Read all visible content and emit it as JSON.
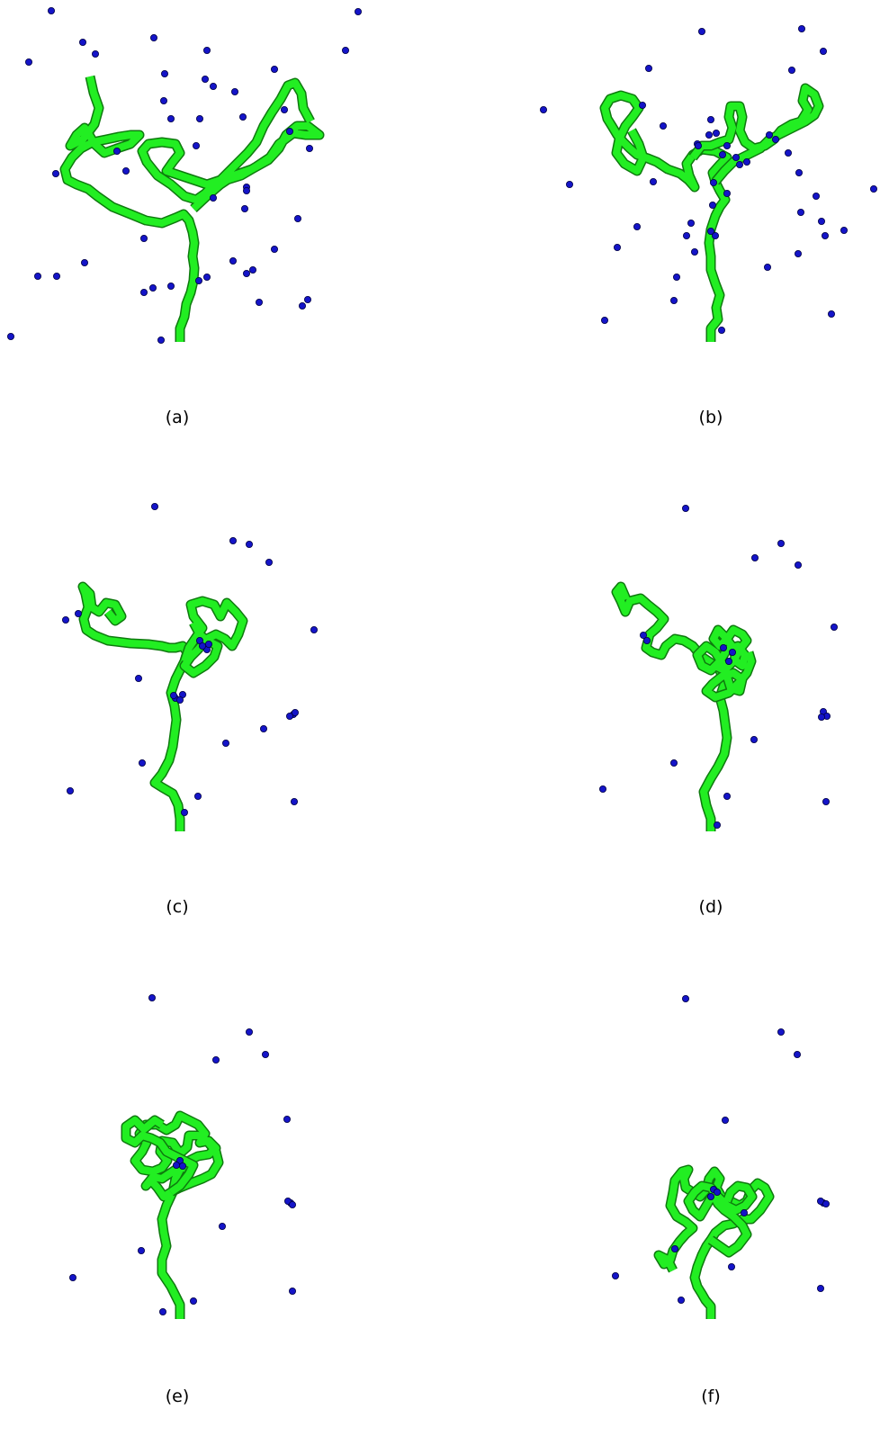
{
  "colors": {
    "chain_fill": "#22ee22",
    "chain_outline": "#0e7a0e",
    "particle_fill": "#1414c8",
    "particle_outline": "#000044",
    "background": "#ffffff"
  },
  "panels": [
    {
      "label": "(a)"
    },
    {
      "label": "(b)"
    },
    {
      "label": "(c)"
    },
    {
      "label": "(d)"
    },
    {
      "label": "(e)"
    },
    {
      "label": "(f)"
    }
  ]
}
